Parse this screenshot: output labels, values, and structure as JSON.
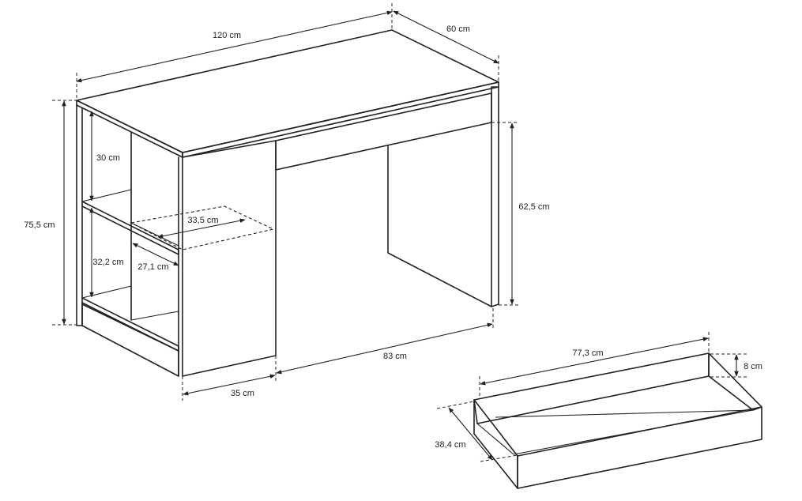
{
  "colors": {
    "line": "#222222",
    "background": "#ffffff"
  },
  "desk": {
    "width": "120 cm",
    "depth": "60 cm",
    "height": "75,5 cm",
    "leg_height": "62,5 cm",
    "leg_span": "83 cm",
    "cabinet_width": "35 cm",
    "shelf_top_height": "30 cm",
    "shelf_bottom_height": "32,2 cm",
    "shelf_width": "33,5 cm",
    "shelf_depth": "27,1 cm"
  },
  "drawer": {
    "width": "77,3 cm",
    "height": "8 cm",
    "depth": "38,4 cm"
  }
}
